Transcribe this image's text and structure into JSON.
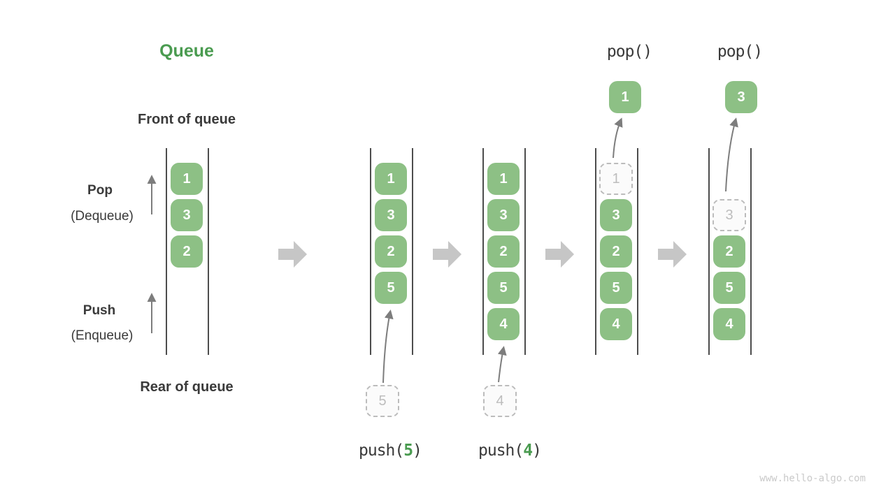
{
  "title": "Queue",
  "watermark": "www.hello-algo.com",
  "labels": {
    "front_of_queue": "Front of queue",
    "rear_of_queue": "Rear of queue",
    "pop": "Pop",
    "pop_sub": "(Dequeue)",
    "push": "Push",
    "push_sub": "(Enqueue)"
  },
  "colors": {
    "title_green": "#4a9b50",
    "box_green": "#8dc085",
    "box_text": "#ffffff",
    "ghost_border": "#bcbcbc",
    "ghost_text": "#bdbdbd",
    "label_text": "#3a3a3a",
    "flow_arrow_gray": "#c6c6c6",
    "thin_arrow_gray": "#7d7d7d",
    "column_line": "#4d4d4d",
    "watermark_gray": "#cacaca"
  },
  "columns": [
    {
      "boxes": [
        "1",
        "3",
        "2"
      ]
    },
    {
      "boxes": [
        "1",
        "3",
        "2",
        "5"
      ],
      "incoming": "5",
      "op_prefix": "push(",
      "op_arg": "5",
      "op_suffix": ")"
    },
    {
      "boxes": [
        "1",
        "3",
        "2",
        "5",
        "4"
      ],
      "incoming": "4",
      "op_prefix": "push(",
      "op_arg": "4",
      "op_suffix": ")"
    },
    {
      "boxes": [
        "3",
        "2",
        "5",
        "4"
      ],
      "ghost": "1",
      "popped": "1",
      "op": "pop()"
    },
    {
      "boxes": [
        "2",
        "5",
        "4"
      ],
      "ghost": "3",
      "popped": "3",
      "op": "pop()"
    }
  ]
}
